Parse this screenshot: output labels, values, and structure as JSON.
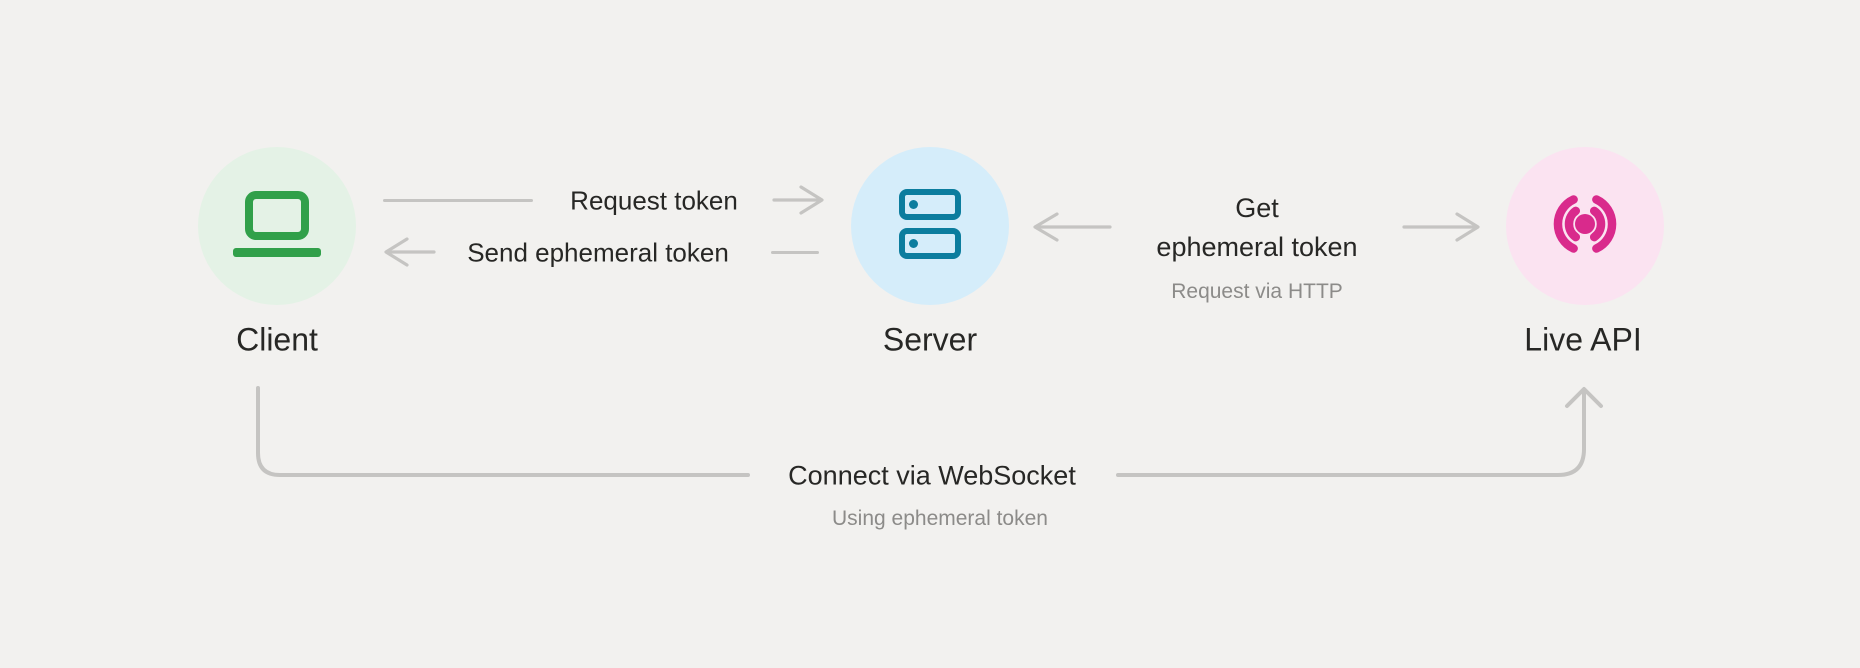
{
  "diagram": {
    "description": "Ephemeral token flow between Client, Server and Live API"
  },
  "colors": {
    "background": "#F2F1EF",
    "line": "#C5C4C2",
    "text_primary": "#272725",
    "text_secondary": "#8C8B89",
    "client_icon": "#31A04A",
    "client_circle": "#E4F2E6",
    "server_icon": "#0C7D9E",
    "server_circle": "#D5EDFA",
    "live_api_icon": "#D92A8C",
    "live_api_circle": "#FBE3F1"
  },
  "nodes": {
    "client": {
      "label": "Client",
      "icon": "laptop-icon"
    },
    "server": {
      "label": "Server",
      "icon": "server-icon"
    },
    "live_api": {
      "label": "Live API",
      "icon": "broadcast-icon"
    }
  },
  "edges": {
    "request_token": {
      "label": "Request token",
      "from": "Client",
      "to": "Server"
    },
    "send_ephemeral_token": {
      "label": "Send ephemeral token",
      "from": "Server",
      "to": "Client"
    },
    "get_ephemeral_token": {
      "label": "Get\nephemeral token",
      "sublabel": "Request via HTTP",
      "from": "Server",
      "to": "Live API"
    },
    "connect_websocket": {
      "label": "Connect via WebSocket",
      "sublabel": "Using ephemeral token",
      "from": "Client",
      "to": "Live API"
    }
  }
}
